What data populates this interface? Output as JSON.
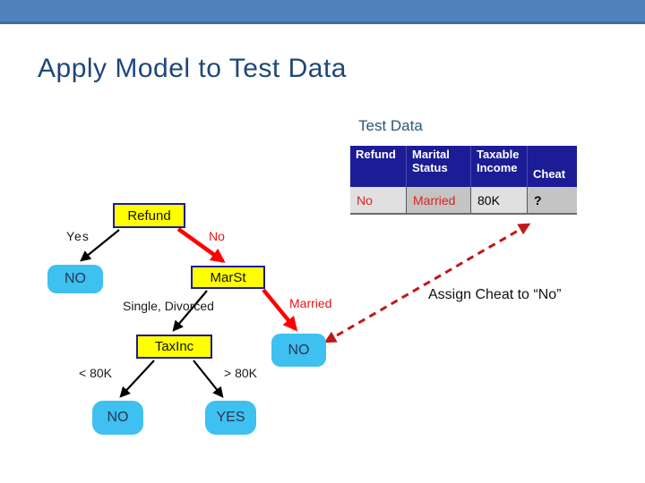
{
  "slide": {
    "title": "Apply Model to Test Data"
  },
  "test_data": {
    "label": "Test Data",
    "table": {
      "headers": [
        "Refund",
        "Marital Status",
        "Taxable Income",
        "Cheat"
      ],
      "row": [
        "No",
        "Married",
        "80K",
        "?"
      ]
    }
  },
  "tree": {
    "nodes": {
      "root": "Refund",
      "marst": "MarSt",
      "taxinc": "TaxInc"
    },
    "branches": {
      "yes": "Yes",
      "no": "No",
      "single_divorced": "Single, Divorced",
      "married": "Married",
      "lt80k": "< 80K",
      "gt80k": "> 80K"
    },
    "leaves": {
      "refund_yes": "NO",
      "married": "NO",
      "income_low": "NO",
      "income_high": "YES"
    }
  },
  "annotation": {
    "text": "Assign Cheat to “No”"
  },
  "colors": {
    "banner": "#4F81BD",
    "title_text": "#1F4779",
    "table_header_bg": "#1C1C96",
    "table_red_text": "#E02020",
    "node_fill": "#FFFF00",
    "node_border": "#1C1C96",
    "leaf_fill": "#3EC1F0",
    "branch_arrow_red": "#FF0000",
    "dashed_arrow_red": "#C01818"
  }
}
